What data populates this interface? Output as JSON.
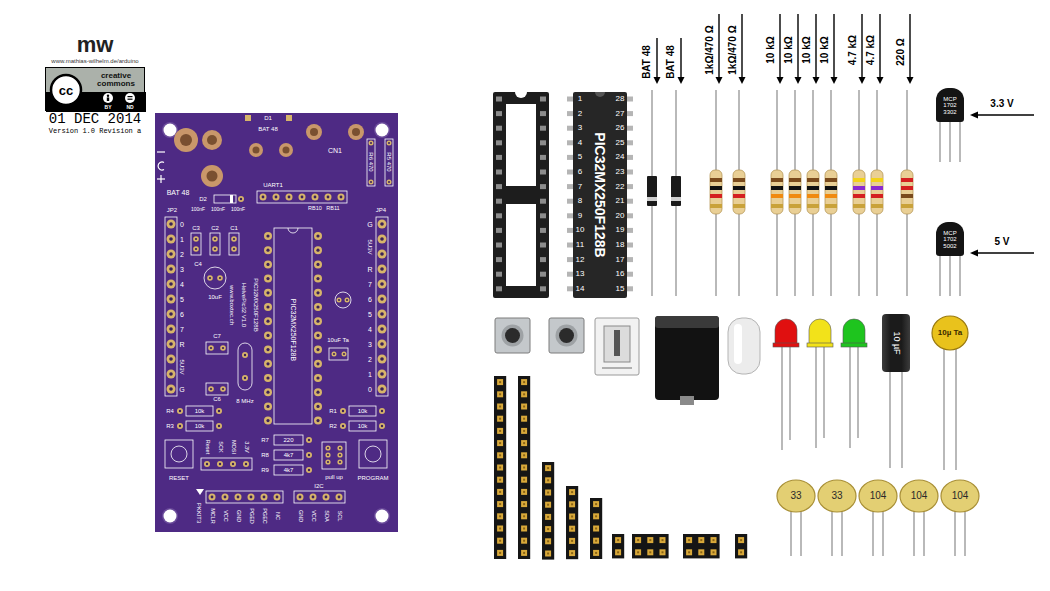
{
  "diagram": {
    "nodes": [
      {
        "text": [
          "cc",
          "creative commons",
          "BY",
          "ND"
        ]
      },
      {
        "text": [
          "BAT 48",
          "D1",
          "BAT 48",
          "D2",
          "CN1",
          "R6 470",
          "R5 470",
          "UART1",
          "RB10",
          "RB11",
          "JP2",
          "JP4",
          "100nF",
          "100nF",
          "100nF",
          "C3",
          "C2",
          "C1",
          "C4",
          "10uF",
          "0",
          "1",
          "2",
          "3",
          "4",
          "5",
          "6",
          "7",
          "R",
          "5U3V",
          "G",
          "G",
          "5U3V",
          "R",
          "7",
          "6",
          "5",
          "4",
          "3",
          "2",
          "1",
          "0",
          "www.boxtec.ch",
          "HelvePic32 V1.0",
          "PIC32MX250F128B",
          "PIC32MX250F128B",
          "10uF Ta",
          "C7",
          "C6",
          "8 MHz",
          "R4",
          "10k",
          "R3",
          "10k",
          "R1",
          "10k",
          "R2",
          "10k",
          "Reset",
          "SCK",
          "MOSI",
          "3.3V",
          "R7",
          "220",
          "R8",
          "4k7",
          "R9",
          "4k7",
          "pull up",
          "I2C",
          "RESET",
          "PROGRAM",
          "PKKIT3",
          "MCLR",
          "VCC",
          "GND",
          "PGED",
          "PGEC",
          "NC",
          "GND",
          "VCC",
          "SDA",
          "SCL"
        ]
      },
      {
        "text": [
          "1",
          "2",
          "3",
          "4",
          "5",
          "6",
          "7",
          "8",
          "9",
          "10",
          "11",
          "12",
          "13",
          "14",
          "15",
          "16",
          "17",
          "18",
          "19",
          "20",
          "21",
          "22",
          "23",
          "24",
          "25",
          "26",
          "27",
          "28",
          "PIC32MX250F128B"
        ]
      },
      {
        "text": [
          "MCP 1702 3302"
        ]
      },
      {
        "text": [
          "MCP 1702 5002"
        ]
      },
      {
        "text": [
          "10 µF"
        ]
      },
      {
        "text": [
          "10µ Ta"
        ]
      },
      {
        "text": [
          "33"
        ]
      },
      {
        "text": [
          "33"
        ]
      },
      {
        "text": [
          "104"
        ]
      },
      {
        "text": [
          "104"
        ]
      },
      {
        "text": [
          "104"
        ]
      }
    ],
    "labels": [
      "mw",
      "www.mathias-wilhelm.de/arduino",
      "01 DEC 2014",
      "Version 1.0 Revision a",
      "BAT 48",
      "BAT 48",
      "1kΩ/470 Ω",
      "1kΩ/470 Ω",
      "10 kΩ",
      "10 kΩ",
      "10 kΩ",
      "10 kΩ",
      "4.7 kΩ",
      "4.7 kΩ",
      "220 Ω",
      "3.3 V",
      "5 V"
    ]
  }
}
